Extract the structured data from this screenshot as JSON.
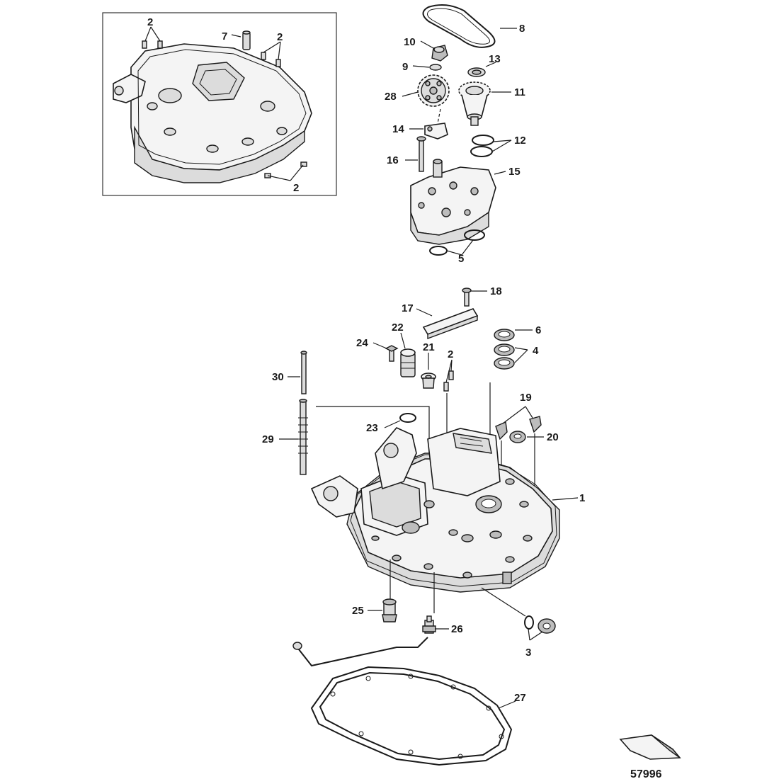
{
  "figure_number": "57996",
  "callouts": {
    "c1": "1",
    "c2a": "2",
    "c2b": "2",
    "c2c": "2",
    "c2d": "2",
    "c3": "3",
    "c4": "4",
    "c5": "5",
    "c6": "6",
    "c7": "7",
    "c8": "8",
    "c9": "9",
    "c10": "10",
    "c11": "11",
    "c12": "12",
    "c13": "13",
    "c14": "14",
    "c15": "15",
    "c16": "16",
    "c17": "17",
    "c18": "18",
    "c19": "19",
    "c20": "20",
    "c21": "21",
    "c22": "22",
    "c23": "23",
    "c24": "24",
    "c25": "25",
    "c26": "26",
    "c27": "27",
    "c28": "28",
    "c29": "29",
    "c30": "30"
  }
}
